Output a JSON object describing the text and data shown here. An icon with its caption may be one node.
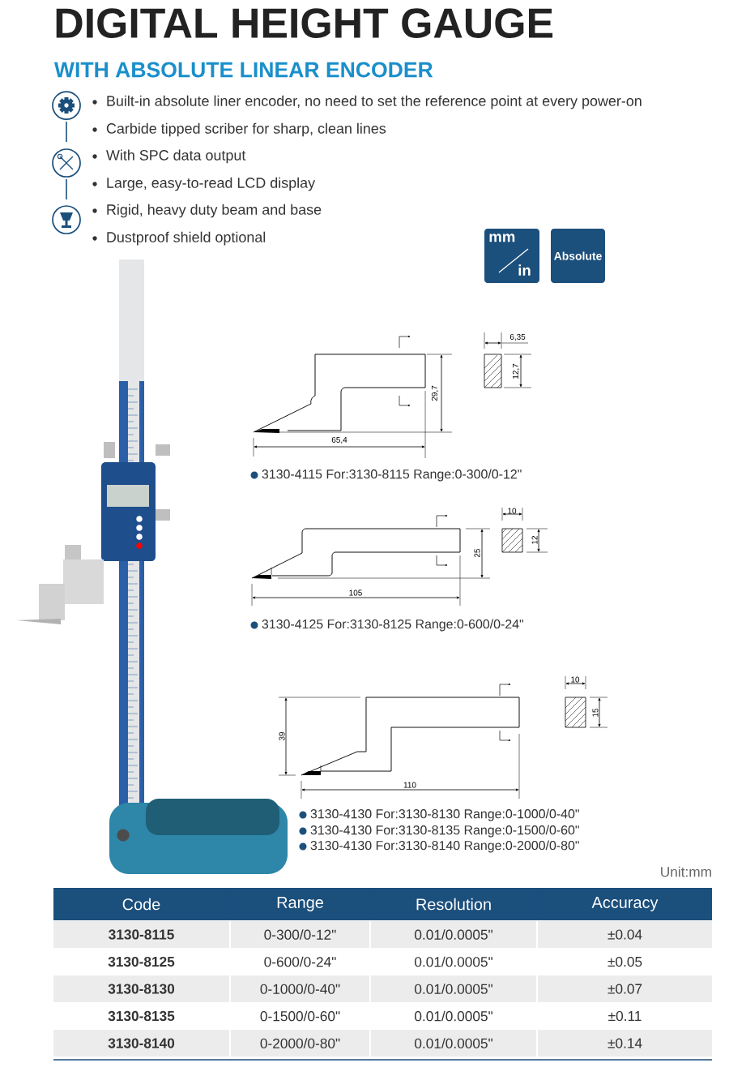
{
  "diagram": {
    "title": "DIGITAL HEIGHT GAUGE",
    "nodes": [
      {
        "text": [
          "mm",
          "in"
        ]
      },
      {
        "text": [
          "Absolute"
        ]
      }
    ],
    "labels": [
      "WITH ABSOLUTE LINEAR ENCODER",
      "Built-in absolute liner encoder, no need to set the reference point at every power-on",
      "Carbide tipped scriber for sharp, clean lines",
      "With SPC data output",
      "Large, easy-to-read LCD display",
      "Rigid, heavy duty beam and base",
      "Dustproof shield optional",
      "6,35",
      "12,7",
      "29,7",
      "65,4",
      "3130-4115 For:3130-8115 Range:0-300/0-12\"",
      "10",
      "12",
      "25",
      "105",
      "3130-4125 For:3130-8125 Range:0-600/0-24\"",
      "10",
      "15",
      "39",
      "110",
      "3130-4130 For:3130-8130 Range:0-1000/0-40\"",
      "3130-4130 For:3130-8135 Range:0-1500/0-60\"",
      "3130-4130 For:3130-8140 Range:0-2000/0-80\"",
      "Unit:mm",
      "Code",
      "Range",
      "Resolution",
      "Accuracy",
      "3130-8115",
      "0-300/0-12\"",
      "0.01/0.0005\"",
      "±0.04",
      "3130-8125",
      "0-600/0-24\"",
      "0.01/0.0005\"",
      "±0.05",
      "3130-8130",
      "0-1000/0-40\"",
      "0.01/0.0005\"",
      "±0.07",
      "3130-8135",
      "0-1500/0-60\"",
      "0.01/0.0005\"",
      "±0.11",
      "3130-8140",
      "0-2000/0-80\"",
      "0.01/0.0005\"",
      "±0.14"
    ]
  }
}
